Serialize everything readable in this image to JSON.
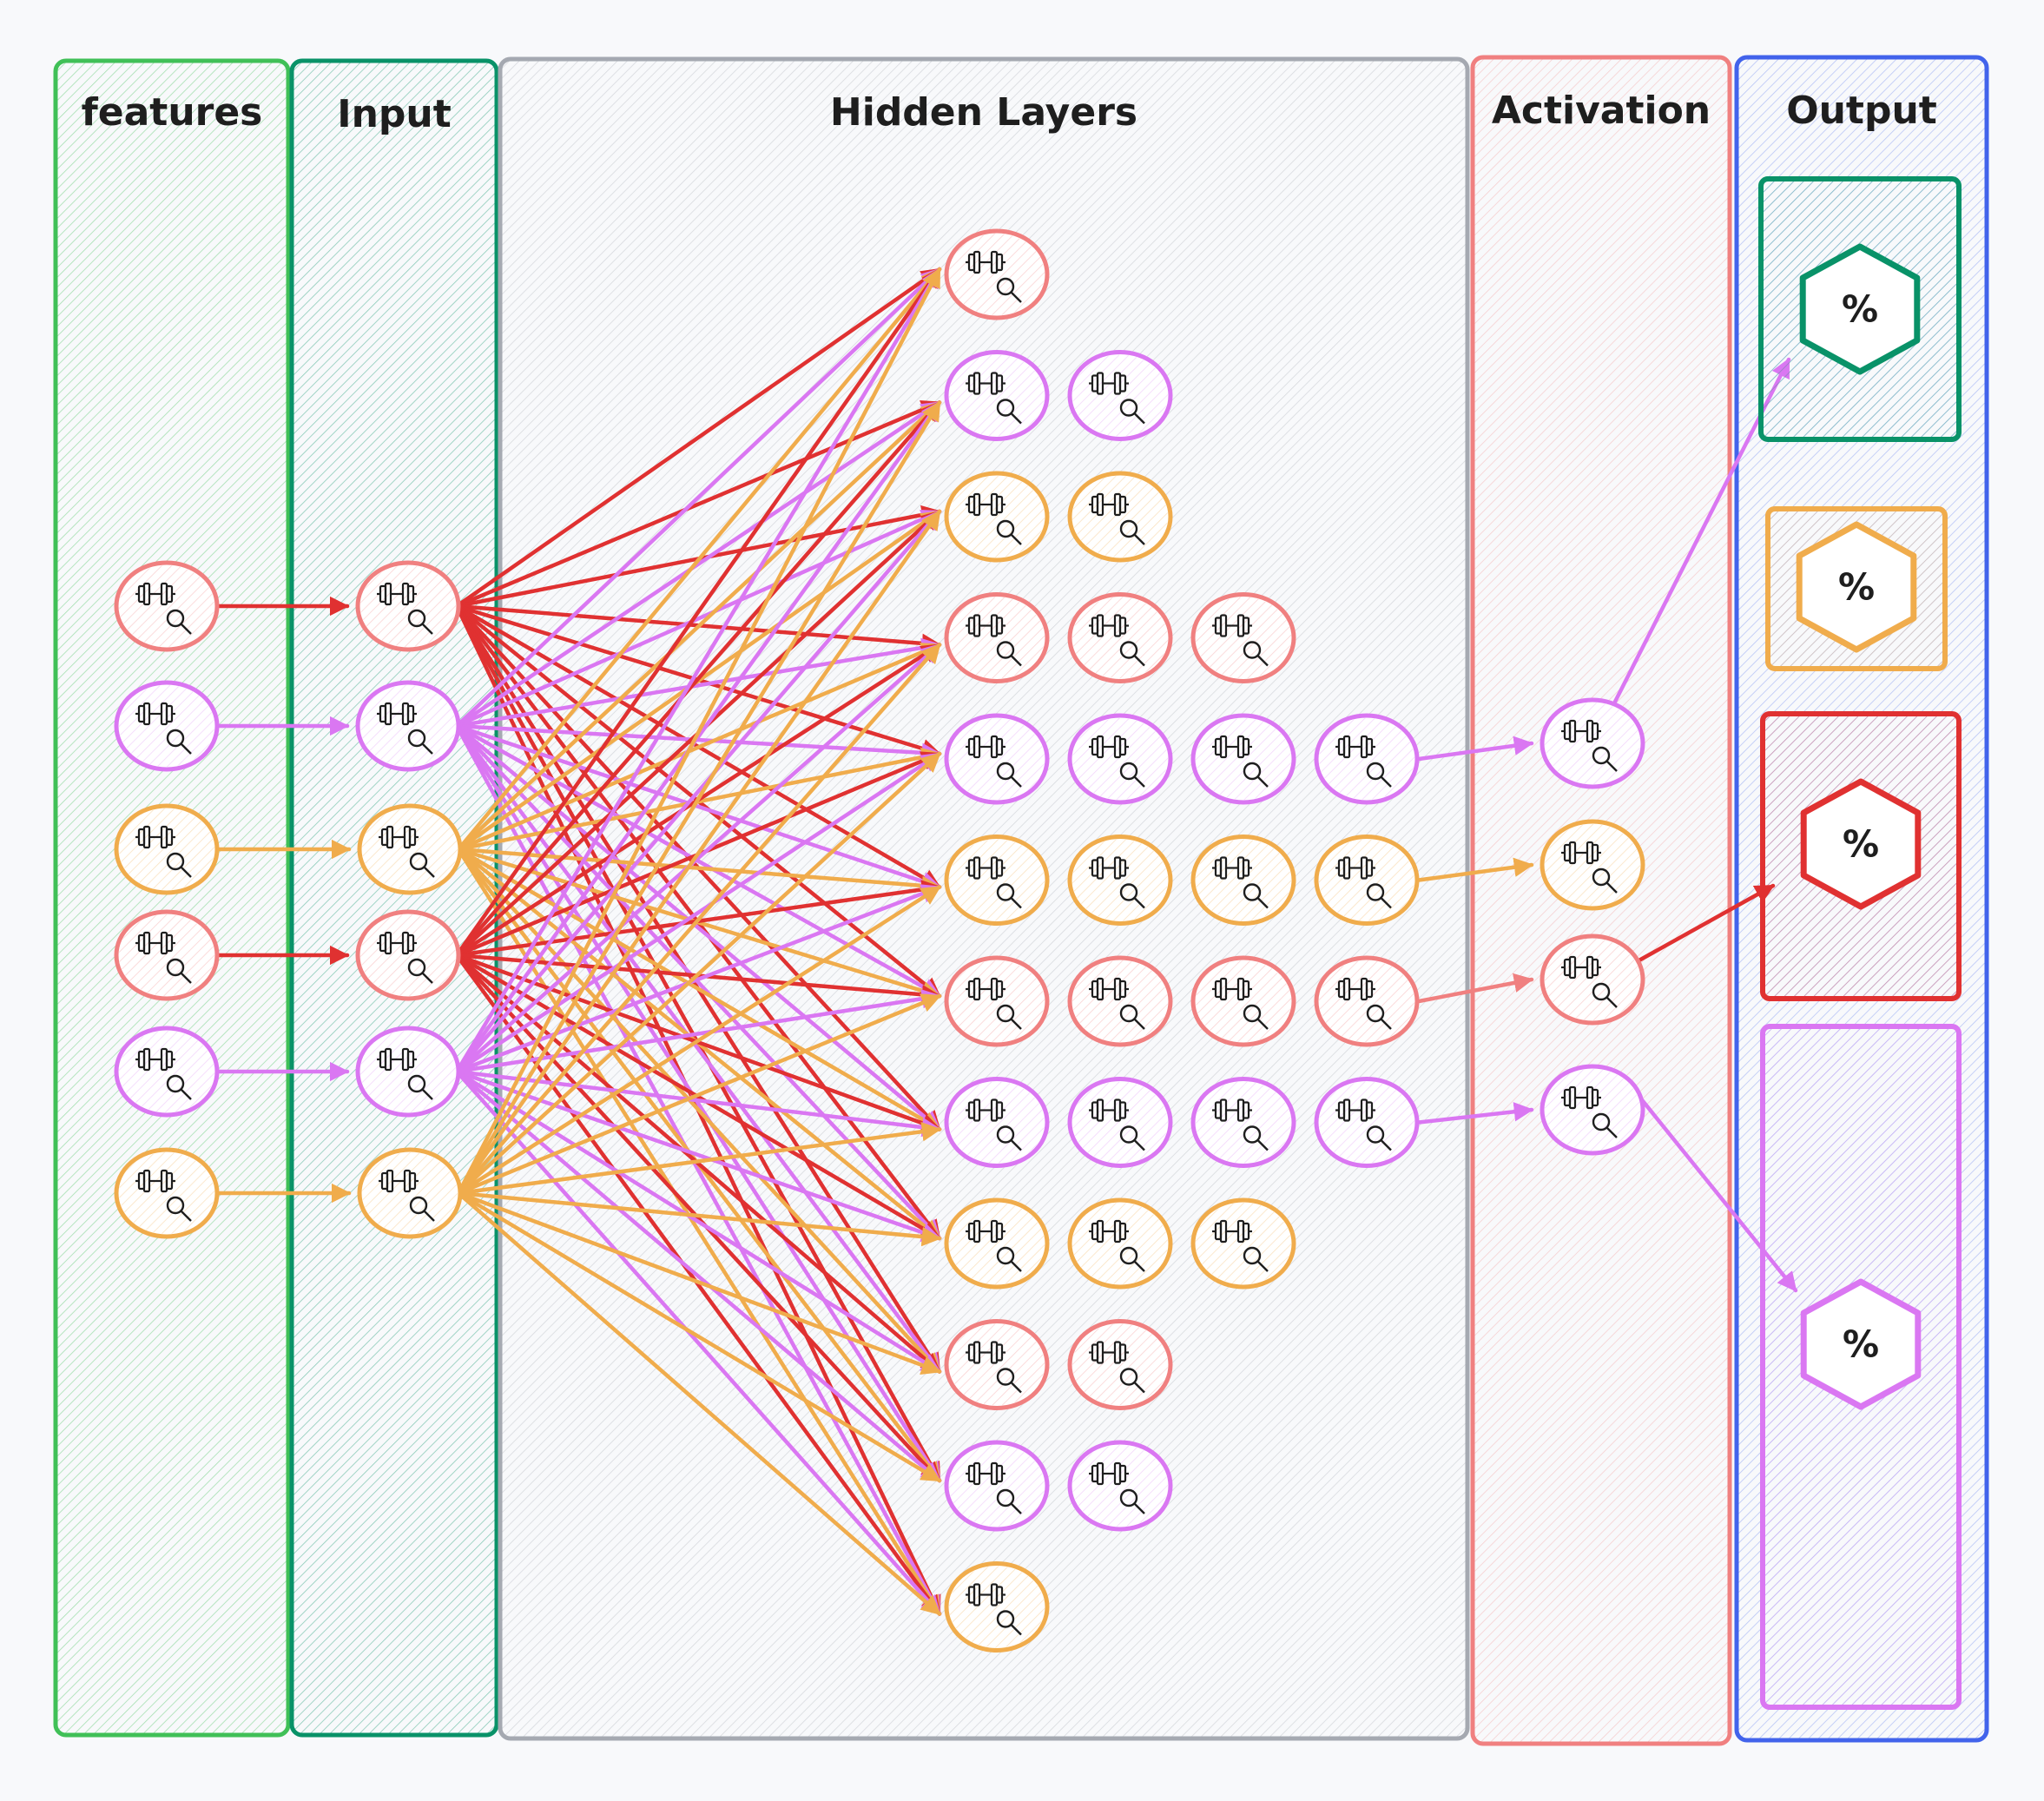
{
  "colors": {
    "red": "#e03131",
    "salmon": "#f08080",
    "violet": "#da77f2",
    "orange": "#f0ac4c",
    "green_light": "#40c057",
    "green_dark": "#099268",
    "gray": "#a5a9b1",
    "blue": "#4263eb",
    "ink": "#1e1e1e"
  },
  "columns": [
    {
      "id": "features",
      "title": "features"
    },
    {
      "id": "input",
      "title": "Input"
    },
    {
      "id": "hidden",
      "title": "Hidden Layers"
    },
    {
      "id": "activation",
      "title": "Activation"
    },
    {
      "id": "output",
      "title": "Output"
    }
  ],
  "node_icon": [
    "dumbbell-icon",
    "magnifier-icon"
  ],
  "features_nodes": [
    "salmon",
    "violet",
    "orange",
    "salmon",
    "violet",
    "orange"
  ],
  "input_nodes": [
    "salmon",
    "violet",
    "orange",
    "salmon",
    "violet",
    "orange"
  ],
  "hidden_rows": [
    {
      "color": "salmon",
      "count": 1
    },
    {
      "color": "violet",
      "count": 2
    },
    {
      "color": "orange",
      "count": 2
    },
    {
      "color": "salmon",
      "count": 3
    },
    {
      "color": "violet",
      "count": 4
    },
    {
      "color": "orange",
      "count": 4
    },
    {
      "color": "salmon",
      "count": 4
    },
    {
      "color": "violet",
      "count": 4
    },
    {
      "color": "orange",
      "count": 3
    },
    {
      "color": "salmon",
      "count": 2
    },
    {
      "color": "violet",
      "count": 2
    },
    {
      "color": "orange",
      "count": 1
    }
  ],
  "activation_nodes": [
    "violet",
    "orange",
    "salmon",
    "violet"
  ],
  "output_boxes": [
    {
      "border": "green_dark",
      "hex": "green_dark",
      "label": "%"
    },
    {
      "border": "orange",
      "hex": "orange",
      "label": "%"
    },
    {
      "border": "red",
      "hex": "red",
      "label": "%"
    },
    {
      "border": "violet",
      "hex": "violet",
      "label": "%"
    }
  ],
  "edge_colors_by_input": [
    "red",
    "violet",
    "orange",
    "red",
    "violet",
    "orange"
  ],
  "activation_to_output": [
    {
      "from": 0,
      "to": 0,
      "color": "violet"
    },
    {
      "from": 2,
      "to": 2,
      "color": "red"
    },
    {
      "from": 3,
      "to": 3,
      "color": "violet"
    }
  ]
}
